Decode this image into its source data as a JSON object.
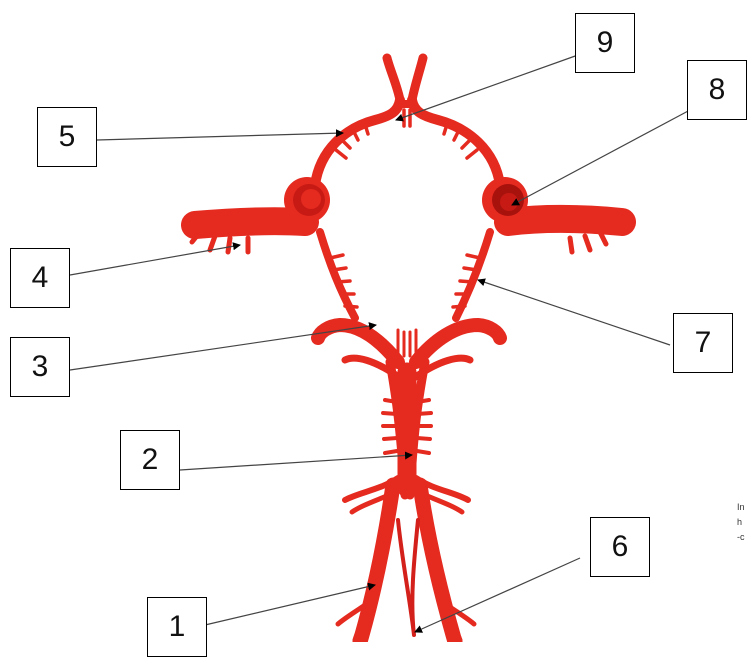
{
  "labels": [
    "1",
    "2",
    "3",
    "4",
    "5",
    "6",
    "7",
    "8",
    "9"
  ],
  "credit_lines": [
    "In",
    "h",
    "-c"
  ],
  "colors": {
    "artery": "#e52a20",
    "artery_dark": "#b8140f",
    "artery_light": "#ff6a5a",
    "border": "#000000"
  }
}
